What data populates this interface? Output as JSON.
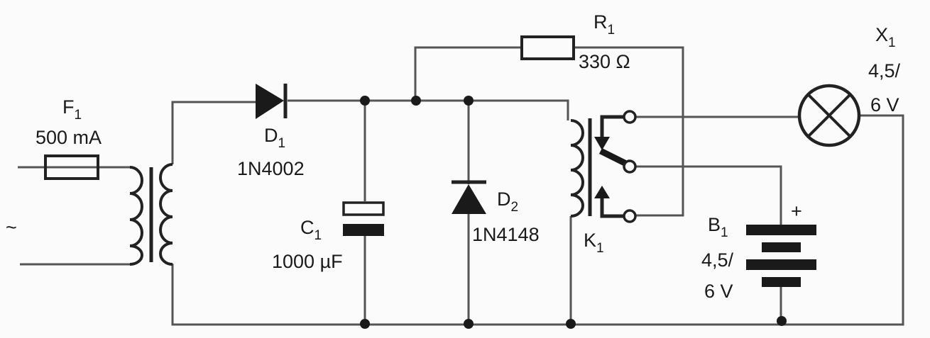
{
  "schematic": {
    "source_symbol": "~",
    "components": {
      "fuse": {
        "ref": "F",
        "ref_sub": "1",
        "value": "500 mA"
      },
      "diode1": {
        "ref": "D",
        "ref_sub": "1",
        "value": "1N4002"
      },
      "capacitor": {
        "ref": "C",
        "ref_sub": "1",
        "value": "1000 µF"
      },
      "diode2": {
        "ref": "D",
        "ref_sub": "2",
        "value": "1N4148"
      },
      "resistor": {
        "ref": "R",
        "ref_sub": "1",
        "value": "330 Ω"
      },
      "relay": {
        "ref": "K",
        "ref_sub": "1"
      },
      "lamp": {
        "ref": "X",
        "ref_sub": "1",
        "value_line1": "4,5/",
        "value_line2": "6 V"
      },
      "battery": {
        "ref": "B",
        "ref_sub": "1",
        "value_line1": "4,5/",
        "value_line2": "6 V",
        "polarity": "+"
      }
    },
    "colors": {
      "ink": "#1a1a1a",
      "wire": "#555555",
      "paper": "#fbfbfb"
    }
  }
}
